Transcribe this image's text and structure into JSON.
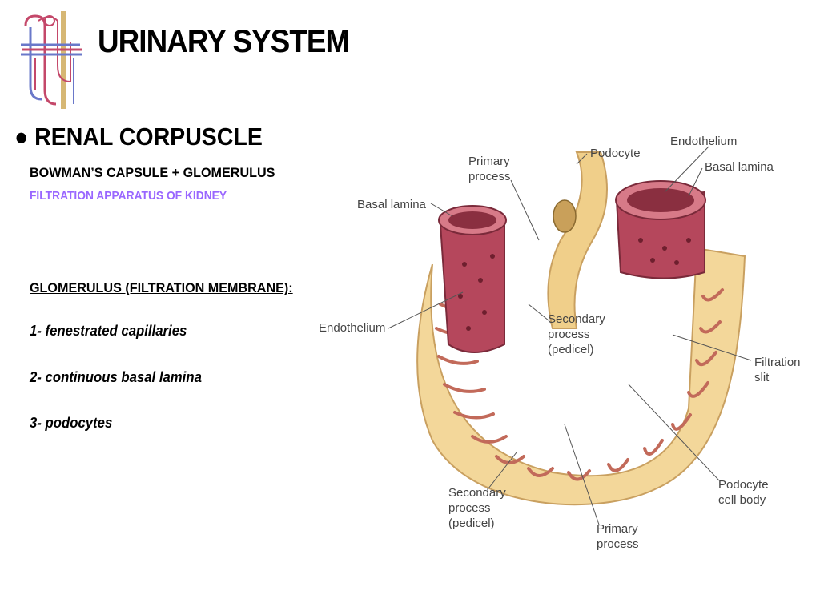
{
  "title": "URINARY SYSTEM",
  "section": "● RENAL CORPUSCLE",
  "subtitle1": "BOWMAN’S CAPSULE + GLOMERULUS",
  "subtitle2": "FILTRATION APPARATUS OF KIDNEY",
  "glomerulus_heading": "GLOMERULUS (FILTRATION MEMBRANE):",
  "items": [
    "1- fenestrated capillaries",
    "2- continuous basal lamina",
    "3- podocytes"
  ],
  "colors": {
    "accent": "#9966ff",
    "tissue": "#f3d79a",
    "vessel": "#b5475c"
  },
  "diagram": {
    "labels": {
      "primary_process_top": [
        "Primary",
        "process"
      ],
      "podocyte": "Podocyte",
      "endothelium_top": "Endothelium",
      "basal_lamina_right": "Basal lamina",
      "basal_lamina_left": "Basal lamina",
      "endothelium_left": "Endothelium",
      "secondary_process_mid": [
        "Secondary",
        "process",
        "(pedicel)"
      ],
      "filtration_slit": [
        "Filtration",
        "slit"
      ],
      "podocyte_cell_body": [
        "Podocyte",
        "cell body"
      ],
      "secondary_process_bottom": [
        "Secondary",
        "process",
        "(pedicel)"
      ],
      "primary_process_bottom": [
        "Primary",
        "process"
      ]
    }
  }
}
